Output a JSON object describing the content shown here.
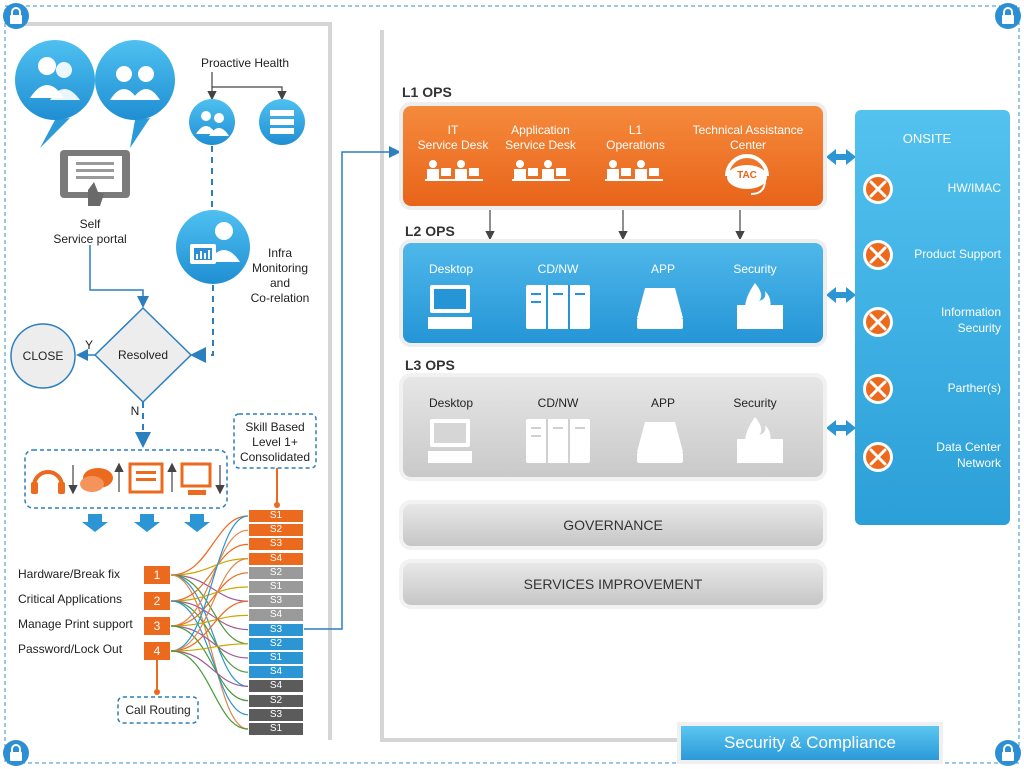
{
  "left": {
    "proactive_health": "Proactive Health",
    "self_service": [
      "Self",
      "Service portal"
    ],
    "infra_monitoring": [
      "Infra",
      "Monitoring",
      "and",
      "Co-relation"
    ],
    "resolved": "Resolved",
    "close": "CLOSE",
    "yes": "Y",
    "no": "N",
    "skill_based": [
      "Skill Based",
      "Level 1+",
      "Consolidated"
    ],
    "call_routing": "Call Routing",
    "categories": [
      {
        "label": "Hardware/Break fix",
        "num": "1"
      },
      {
        "label": "Critical Applications",
        "num": "2"
      },
      {
        "label": "Manage Print support",
        "num": "3"
      },
      {
        "label": "Password/Lock Out",
        "num": "4"
      }
    ],
    "stack": [
      {
        "label": "S1",
        "color": "#ec6a1e"
      },
      {
        "label": "S2",
        "color": "#ec6a1e"
      },
      {
        "label": "S3",
        "color": "#ec6a1e"
      },
      {
        "label": "S4",
        "color": "#ec6a1e"
      },
      {
        "label": "S2",
        "color": "#9a9a9a"
      },
      {
        "label": "S1",
        "color": "#9a9a9a"
      },
      {
        "label": "S3",
        "color": "#9a9a9a"
      },
      {
        "label": "S4",
        "color": "#9a9a9a"
      },
      {
        "label": "S3",
        "color": "#2c95d3"
      },
      {
        "label": "S2",
        "color": "#2c95d3"
      },
      {
        "label": "S1",
        "color": "#2c95d3"
      },
      {
        "label": "S4",
        "color": "#2c95d3"
      },
      {
        "label": "S4",
        "color": "#5b5b5b"
      },
      {
        "label": "S2",
        "color": "#5b5b5b"
      },
      {
        "label": "S3",
        "color": "#5b5b5b"
      },
      {
        "label": "S1",
        "color": "#5b5b5b"
      }
    ]
  },
  "l1": {
    "title": "L1 OPS",
    "items": [
      [
        "IT",
        "Service Desk"
      ],
      [
        "Application",
        "Service Desk"
      ],
      [
        "L1",
        "Operations"
      ],
      [
        "Technical Assistance",
        "Center"
      ]
    ],
    "tac": "TAC"
  },
  "l2": {
    "title": "L2 OPS",
    "items": [
      "Desktop",
      "CD/NW",
      "APP",
      "Security"
    ]
  },
  "l3": {
    "title": "L3 OPS",
    "items": [
      "Desktop",
      "CD/NW",
      "APP",
      "Security"
    ]
  },
  "governance": "GOVERNANCE",
  "services_improvement": "SERVICES IMPROVEMENT",
  "onsite": {
    "title": "ONSITE",
    "items": [
      [
        "HW/IMAC"
      ],
      [
        "Product Support"
      ],
      [
        "Information",
        "Security"
      ],
      [
        "Parther(s)"
      ],
      [
        "Data Center",
        "Network"
      ]
    ]
  },
  "security_compliance": "Security & Compliance",
  "colors": {
    "orange": "#ec6a1e",
    "blue": "#2c95d3",
    "light_blue": "#4fb8ea",
    "grey": "#9a9a9a"
  }
}
